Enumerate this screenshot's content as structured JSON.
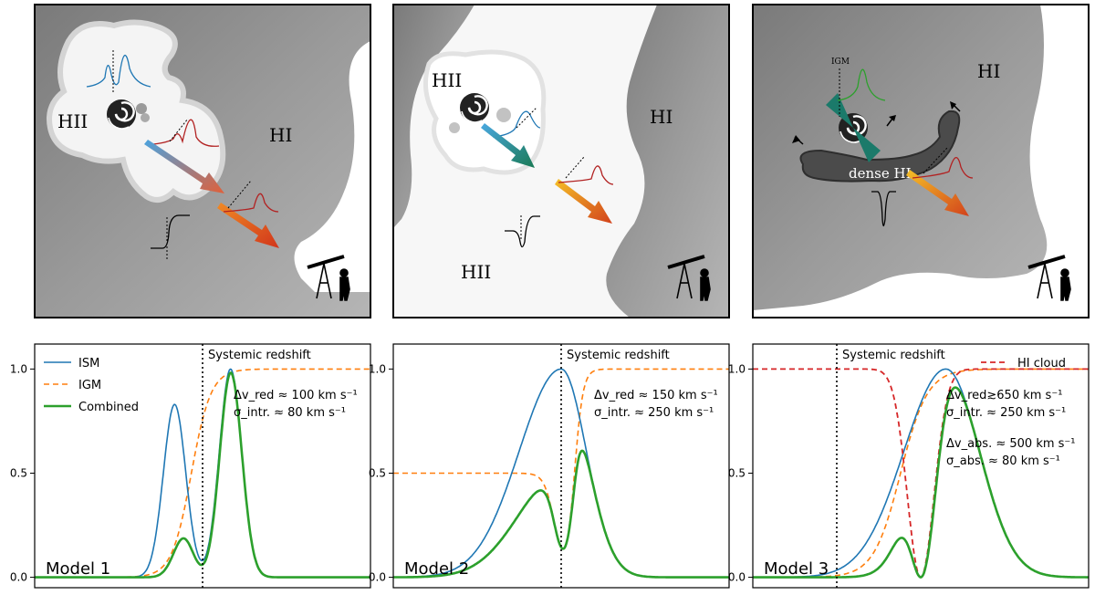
{
  "colors": {
    "ism": "#1f77b4",
    "igm": "#ff7f0e",
    "combined": "#2ca02c",
    "hi_cloud": "#d62728",
    "neutral_gas": "#8c8c8c",
    "ionized_gas": "#ffffff",
    "red_profile": "#b22222"
  },
  "top_panels": {
    "panel1": {
      "hii_label": "HII",
      "hi_label": "HI"
    },
    "panel2": {
      "hii_label_top": "HII",
      "hi_label": "HI",
      "hii_label_bottom": "HII"
    },
    "panel3": {
      "hi_label": "HI",
      "igm_label": "IGM",
      "dense_hi_label": "dense HI"
    }
  },
  "icons": [
    "galaxy-spiral-icon",
    "telescope-observer-icon",
    "photon-arrow-icon"
  ],
  "chart_data": [
    {
      "type": "line",
      "annotation_model": "Model 1",
      "systemic_label": "Systemic redshift",
      "text_lines": [
        "Δv_red ≈ 100 km s⁻¹",
        "σ_intr. ≈ 80 km s⁻¹"
      ],
      "legend": [
        "ISM",
        "IGM",
        "Combined"
      ],
      "yticks": [
        "0.0",
        "0.5",
        "1.0"
      ],
      "ylim": [
        -0.05,
        1.12
      ],
      "xlim": [
        -600,
        600
      ],
      "systemic_x": 0,
      "series": [
        {
          "name": "ISM",
          "kind": "double_peak",
          "params": {
            "blue_mu": -100,
            "blue_sigma": 40,
            "blue_amp": 0.83,
            "red_mu": 100,
            "red_sigma": 40,
            "red_amp": 1.0
          }
        },
        {
          "name": "IGM",
          "kind": "step",
          "params": {
            "center": -40,
            "width": 35,
            "low": 0.0,
            "high": 1.0
          }
        },
        {
          "name": "Combined",
          "kind": "product",
          "of": [
            "ISM",
            "IGM"
          ]
        }
      ]
    },
    {
      "type": "line",
      "annotation_model": "Model 2",
      "systemic_label": "Systemic redshift",
      "text_lines": [
        "Δv_red ≈ 150 km s⁻¹",
        "σ_intr. ≈ 250 km s⁻¹"
      ],
      "yticks": [
        "0.0",
        "0.5",
        "1.0"
      ],
      "ylim": [
        -0.05,
        1.12
      ],
      "xlim": [
        -1000,
        1000
      ],
      "systemic_x": 0,
      "series": [
        {
          "name": "ISM",
          "kind": "single",
          "params": {
            "mu": 0,
            "sigma_left": 250,
            "sigma_right": 150,
            "amp": 1.0
          }
        },
        {
          "name": "IGM",
          "kind": "abs_step",
          "params": {
            "base_low": 0.5,
            "high": 1.0,
            "abs_center": -40,
            "abs_width": 30,
            "step_center": 80,
            "step_width": 25
          }
        },
        {
          "name": "Combined",
          "kind": "product",
          "of": [
            "ISM",
            "IGM"
          ]
        }
      ]
    },
    {
      "type": "line",
      "annotation_model": "Model 3",
      "systemic_label": "Systemic redshift",
      "text_lines": [
        "Δv_red≳650 km s⁻¹",
        "σ_intr. ≈ 250 km s⁻¹",
        "Δv_abs. ≈ 500 km s⁻¹",
        "σ_abs. ≈ 80 km s⁻¹"
      ],
      "legend": [
        "HI cloud"
      ],
      "yticks": [
        "0.0",
        "0.5",
        "1.0"
      ],
      "ylim": [
        -0.05,
        1.12
      ],
      "xlim": [
        -500,
        1500
      ],
      "systemic_x": 0,
      "series": [
        {
          "name": "ISM",
          "kind": "single",
          "params": {
            "mu": 650,
            "sigma_left": 250,
            "sigma_right": 200,
            "amp": 1.0
          }
        },
        {
          "name": "IGM",
          "kind": "step",
          "params": {
            "center": 380,
            "width": 80,
            "low": 0.0,
            "high": 1.0
          }
        },
        {
          "name": "HI cloud",
          "kind": "absorber",
          "params": {
            "mu": 500,
            "sigma": 80,
            "depth": 1.0
          }
        },
        {
          "name": "Combined",
          "kind": "product",
          "of": [
            "ISM",
            "IGM",
            "HI cloud"
          ]
        }
      ]
    }
  ]
}
